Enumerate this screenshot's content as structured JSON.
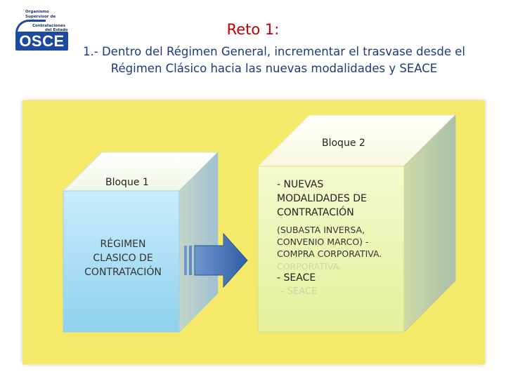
{
  "logo": {
    "org_line1": "Organismo Supervisor de",
    "org_line2": "las Contrataciones",
    "org_line3": "del Estado",
    "acronym": "OSCE"
  },
  "header": {
    "title": "Reto 1:",
    "subtitle_line1": "1.- Dentro del Régimen General, incrementar el trasvase desde el",
    "subtitle_line2": "Régimen Clásico hacia las nuevas modalidades y SEACE"
  },
  "block1": {
    "label": "Bloque 1",
    "line1": "RÉGIMEN",
    "line2": "CLASICO DE",
    "line3": "CONTRATACIÓN"
  },
  "block2": {
    "label": "Bloque 2",
    "item1_line1": "- NUEVAS",
    "item1_line2": "MODALIDADES DE",
    "item1_line3": "CONTRATACIÓN",
    "detail_line1": "(SUBASTA INVERSA,",
    "detail_line2": "CONVENIO MARCO) -",
    "detail_line3": "COMPRA CORPORATIVA.",
    "item2": "- SEACE",
    "reflection1": "CORPORATIVA.",
    "reflection2": "- SEACE"
  },
  "colors": {
    "panel": "#f5e96a",
    "title": "#c00000",
    "subtitle": "#1f3a7a",
    "cube1_front": "#a9dcf2",
    "cube2_front": "#eef6a8",
    "arrow": "#3f6fb2",
    "logo": "#1c4aa0"
  },
  "icons": {
    "arrow": "right-arrow-icon"
  }
}
